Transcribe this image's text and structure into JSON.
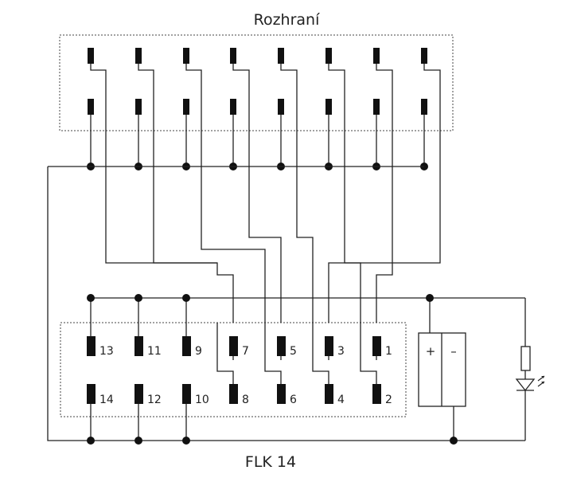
{
  "titles": {
    "top": "Rozhraní",
    "bottom": "FLK 14"
  },
  "terminal_labels": {
    "upper": [
      "13",
      "11",
      "9",
      "7",
      "5",
      "3",
      "1"
    ],
    "lower": [
      "14",
      "12",
      "10",
      "8",
      "6",
      "4",
      "2"
    ]
  },
  "power_supply": {
    "plus": "+",
    "minus": "–"
  },
  "icons": {
    "resistor": "resistor-icon",
    "led": "led-icon",
    "relay": "relay-contact-icon"
  },
  "colors": {
    "line": "#222222",
    "background": "#ffffff"
  }
}
